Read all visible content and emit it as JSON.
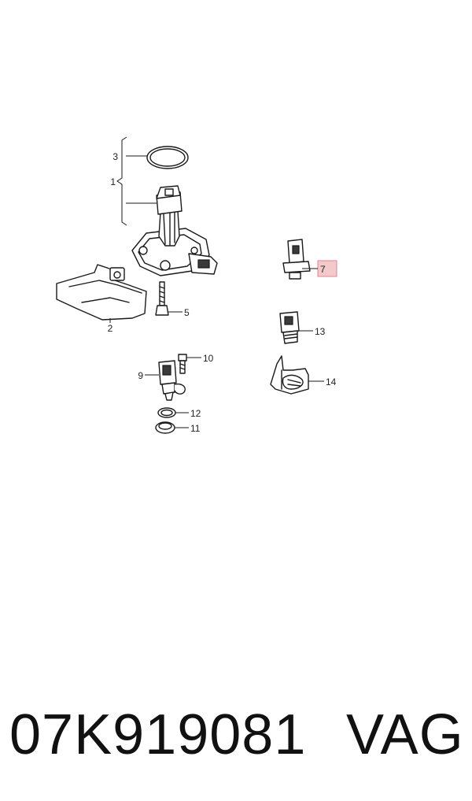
{
  "diagram": {
    "callouts": [
      "1",
      "2",
      "3",
      "5",
      "7",
      "9",
      "10",
      "11",
      "12",
      "13",
      "14"
    ],
    "highlight_color": "#f4c9cc",
    "highlight_border": "#e0868f"
  },
  "caption": {
    "part_number": "07K919081",
    "brand": "VAG"
  }
}
